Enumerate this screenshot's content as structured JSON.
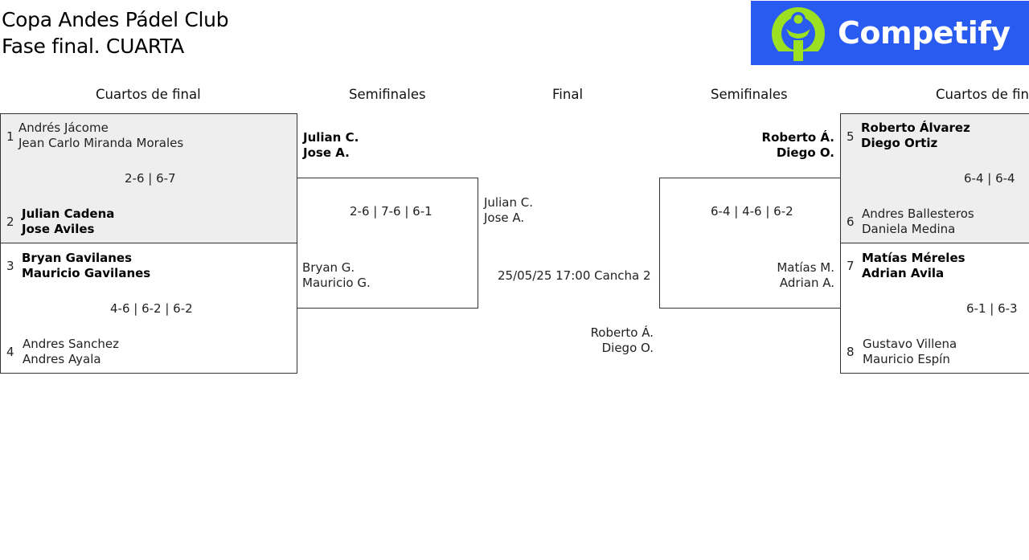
{
  "header": {
    "title_line1": "Copa Andes Pádel Club",
    "title_line2": "Fase final. CUARTA",
    "logo_text": "Competify"
  },
  "columns": {
    "quarterfinals_left": "Cuartos de final",
    "semifinals_left": "Semifinales",
    "final": "Final",
    "semifinals_right": "Semifinales",
    "quarterfinals_right": "Cuartos de final"
  },
  "quarterfinals_left": {
    "match1": {
      "top": {
        "seed": "1",
        "p1": "Andrés Jácome",
        "p2": "Jean Carlo Miranda Morales"
      },
      "score": "2-6 | 6-7",
      "bottom": {
        "seed": "2",
        "p1": "Julian Cadena",
        "p2": "Jose Aviles"
      }
    },
    "match2": {
      "top": {
        "seed": "3",
        "p1": "Bryan Gavilanes",
        "p2": "Mauricio Gavilanes"
      },
      "score": "4-6 | 6-2 | 6-2",
      "bottom": {
        "seed": "4",
        "p1": "Andres Sanchez",
        "p2": "Andres Ayala"
      }
    }
  },
  "semifinal_left": {
    "top": {
      "p1": "Julian C.",
      "p2": "Jose A."
    },
    "score": "2-6 | 7-6 | 6-1",
    "bottom": {
      "p1": "Bryan G.",
      "p2": "Mauricio G."
    }
  },
  "final": {
    "top": {
      "p1": "Julian C.",
      "p2": "Jose A."
    },
    "schedule": "25/05/25 17:00 Cancha 2",
    "bottom": {
      "p1": "Roberto Á.",
      "p2": "Diego O."
    }
  },
  "semifinal_right": {
    "top": {
      "p1": "Roberto Á.",
      "p2": "Diego O."
    },
    "score": "6-4 | 4-6 | 6-2",
    "bottom": {
      "p1": "Matías M.",
      "p2": "Adrian A."
    }
  },
  "quarterfinals_right": {
    "match1": {
      "top": {
        "seed": "5",
        "p1": "Roberto Álvarez",
        "p2": "Diego Ortiz"
      },
      "score": "6-4 | 6-4",
      "bottom": {
        "seed": "6",
        "p1": "Andres Ballesteros",
        "p2": "Daniela Medina"
      }
    },
    "match2": {
      "top": {
        "seed": "7",
        "p1": "Matías Méreles",
        "p2": "Adrian Avila"
      },
      "score": "6-1 | 6-3",
      "bottom": {
        "seed": "8",
        "p1": "Gustavo Villena",
        "p2": "Mauricio Espín"
      }
    }
  },
  "colors": {
    "logo_bg": "#2a5bf0",
    "logo_figure": "#9be021",
    "shaded_bg": "#eeeeee"
  }
}
